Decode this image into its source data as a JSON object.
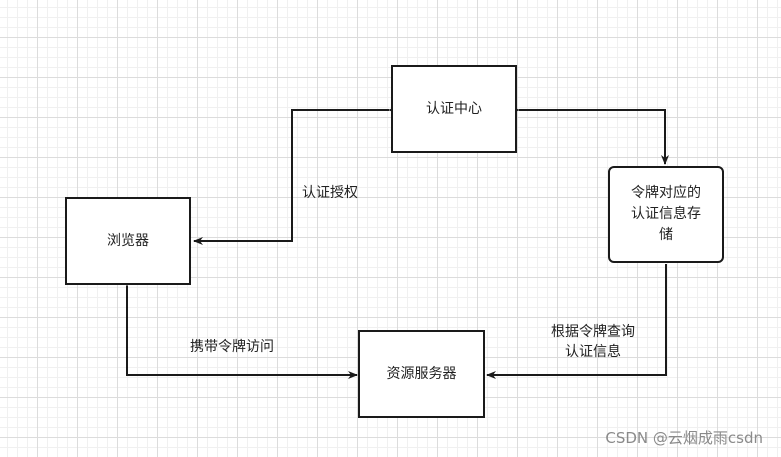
{
  "nodes": {
    "auth_center": "认证中心",
    "browser": "浏览器",
    "token_store": "令牌对应的\n认证信息存\n储",
    "resource_server": "资源服务器"
  },
  "edges": {
    "auth_grant": "认证授权",
    "carry_token": "携带令牌访问",
    "query_by_token": "根据令牌查询\n认证信息"
  },
  "colors": {
    "line": "#1a1a1a",
    "grid": "#dcdcdc",
    "watermark": "#8a8a8a"
  },
  "watermark": "CSDN @云烟成雨csdn"
}
